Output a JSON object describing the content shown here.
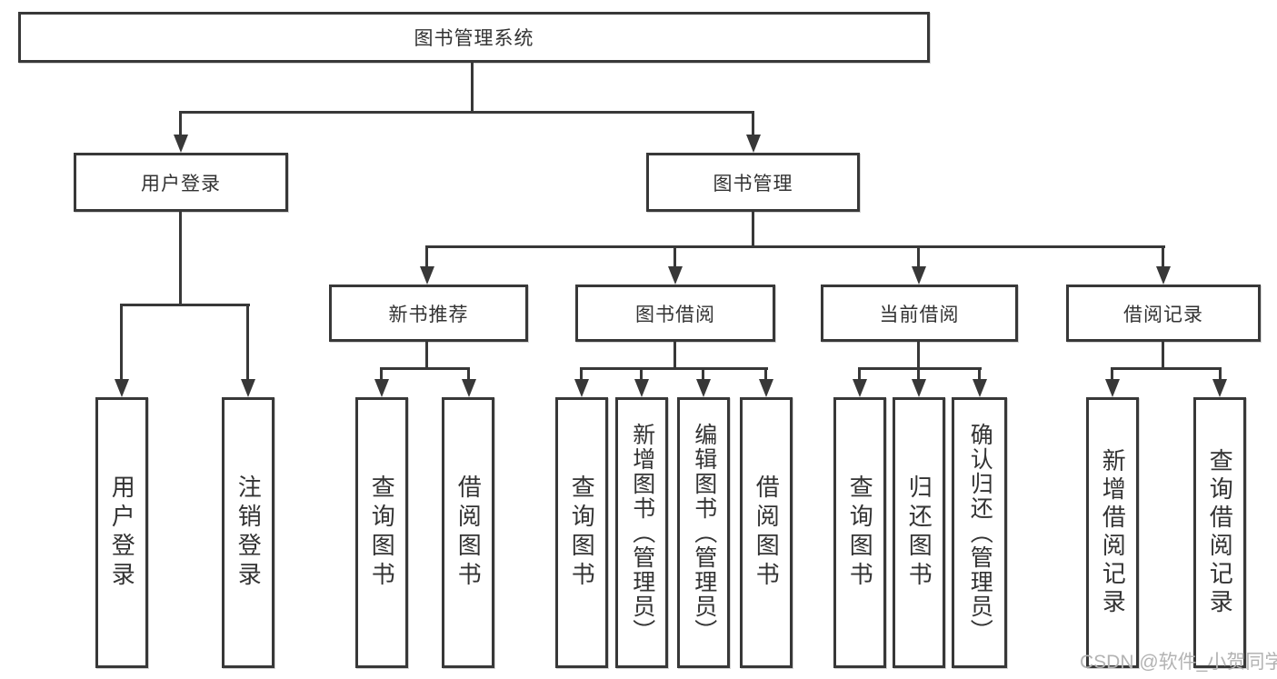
{
  "diagram": {
    "title_node": {
      "label": "图书管理系统"
    },
    "level2": [
      {
        "label": "用户登录"
      },
      {
        "label": "图书管理"
      }
    ],
    "level3": [
      {
        "label": "新书推荐"
      },
      {
        "label": "图书借阅"
      },
      {
        "label": "当前借阅"
      },
      {
        "label": "借阅记录"
      }
    ],
    "level4": [
      {
        "label": "用户登录"
      },
      {
        "label": "注销登录"
      },
      {
        "label": "查询图书"
      },
      {
        "label": "借阅图书"
      },
      {
        "label": "查询图书"
      },
      {
        "label": "新增图书（管理员）"
      },
      {
        "label": "编辑图书（管理员）"
      },
      {
        "label": "借阅图书"
      },
      {
        "label": "查询图书"
      },
      {
        "label": "归还图书"
      },
      {
        "label": "确认归还（管理员）"
      },
      {
        "label": "新增借阅记录"
      },
      {
        "label": "查询借阅记录"
      }
    ]
  },
  "watermark": {
    "text": "CSDN @软件_小贺同学"
  },
  "colors": {
    "line": "#383838",
    "text": "#333333",
    "box_fill": "#ffffff",
    "watermark": "#b3b3b3"
  }
}
